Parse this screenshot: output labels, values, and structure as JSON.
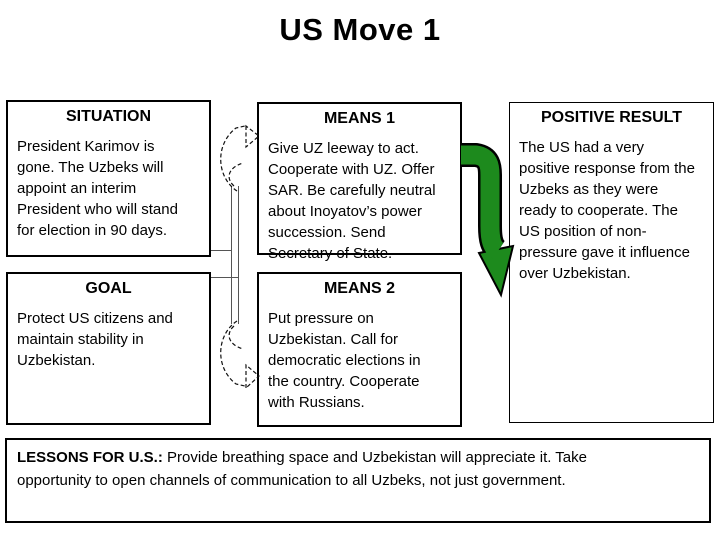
{
  "slide": {
    "title": "US Move 1"
  },
  "boxes": {
    "situation": {
      "heading": "SITUATION",
      "lines": [
        "President Karimov is",
        "gone. The Uzbeks will",
        "appoint an interim",
        "President who will stand",
        "for election in 90 days."
      ]
    },
    "goal": {
      "heading": "GOAL",
      "lines": [
        "Protect US citizens and",
        "maintain stability in",
        "Uzbekistan."
      ]
    },
    "means1": {
      "heading": "MEANS 1",
      "lines": [
        "Give UZ leeway to act.",
        "Cooperate with UZ. Offer",
        "SAR. Be carefully neutral",
        "about Inoyatov’s power",
        "succession. Send",
        "Secretary of State."
      ]
    },
    "means2": {
      "heading": "MEANS 2",
      "lines": [
        "Put pressure on",
        "Uzbekistan. Call for",
        "democratic elections in",
        "the country. Cooperate",
        "with Russians."
      ]
    },
    "positive_result": {
      "heading": "POSITIVE RESULT",
      "lines": [
        "The US had a very",
        "positive response from the",
        "Uzbeks as they were",
        "ready to cooperate. The",
        "US position of non-",
        "pressure gave it influence",
        "over Uzbekistan."
      ]
    }
  },
  "lessons": {
    "label": "LESSONS FOR U.S.: ",
    "lines": [
      "Provide breathing space and Uzbekistan will appreciate it.  Take",
      "opportunity to open channels of communication to all Uzbeks, not just government."
    ]
  },
  "icons": {
    "green_arrow": "green-curved-arrow",
    "dashed_arrow_top": "dashed-curved-arrow",
    "dashed_arrow_bottom": "dashed-curved-arrow"
  },
  "colors": {
    "arrow_green": "#1d8a1d",
    "arrow_outline": "#000000",
    "connector": "#555555",
    "dashed_stroke": "#111111",
    "box_border": "#000000",
    "background": "#ffffff"
  }
}
